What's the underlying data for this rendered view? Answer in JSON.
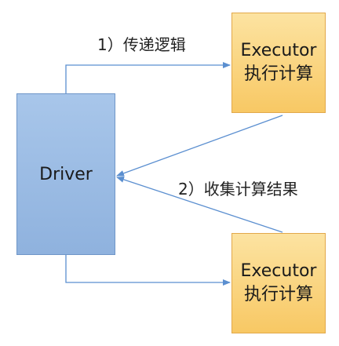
{
  "driver": {
    "label": "Driver"
  },
  "executors": [
    {
      "name": "Executor",
      "subtitle": "执行计算"
    },
    {
      "name": "Executor",
      "subtitle": "执行计算"
    }
  ],
  "flows": {
    "send_logic": "1）传递逻辑",
    "collect_results": "2）收集计算结果"
  },
  "colors": {
    "driver_fill": "#9dbde6",
    "executor_fill": "#f9d27a",
    "arrow": "#5b8fd0"
  }
}
